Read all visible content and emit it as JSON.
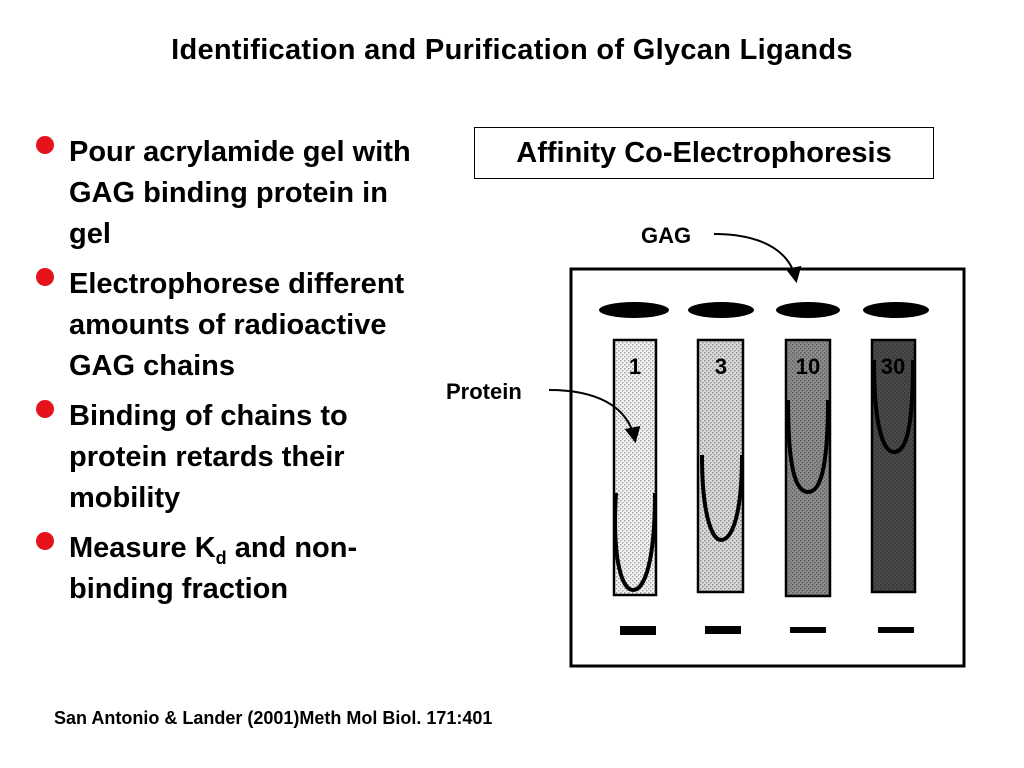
{
  "title": "Identification and Purification of Glycan Ligands",
  "bullets": [
    {
      "text": "Pour acrylamide gel with GAG binding protein in gel"
    },
    {
      "text": "Electrophorese different amounts of radioactive GAG chains"
    },
    {
      "text": "Binding of chains to protein retards their mobility"
    },
    {
      "text": "Measure K",
      "subscript": "d",
      "suffix": " and non-binding fraction"
    }
  ],
  "diagram": {
    "method_label": "Affinity Co-Electrophoresis",
    "gag_label": "GAG",
    "protein_label": "Protein",
    "lanes": [
      {
        "label": "1",
        "shading": "#f2f2f2"
      },
      {
        "label": "3",
        "shading": "#d9d9d9"
      },
      {
        "label": "10",
        "shading": "#8c8c8c"
      },
      {
        "label": "30",
        "shading": "#4a4a4a"
      }
    ],
    "colors": {
      "bullet": "#e5141b",
      "ink": "#000000"
    }
  },
  "citation": "San Antonio & Lander (2001)Meth Mol Biol. 171:401"
}
